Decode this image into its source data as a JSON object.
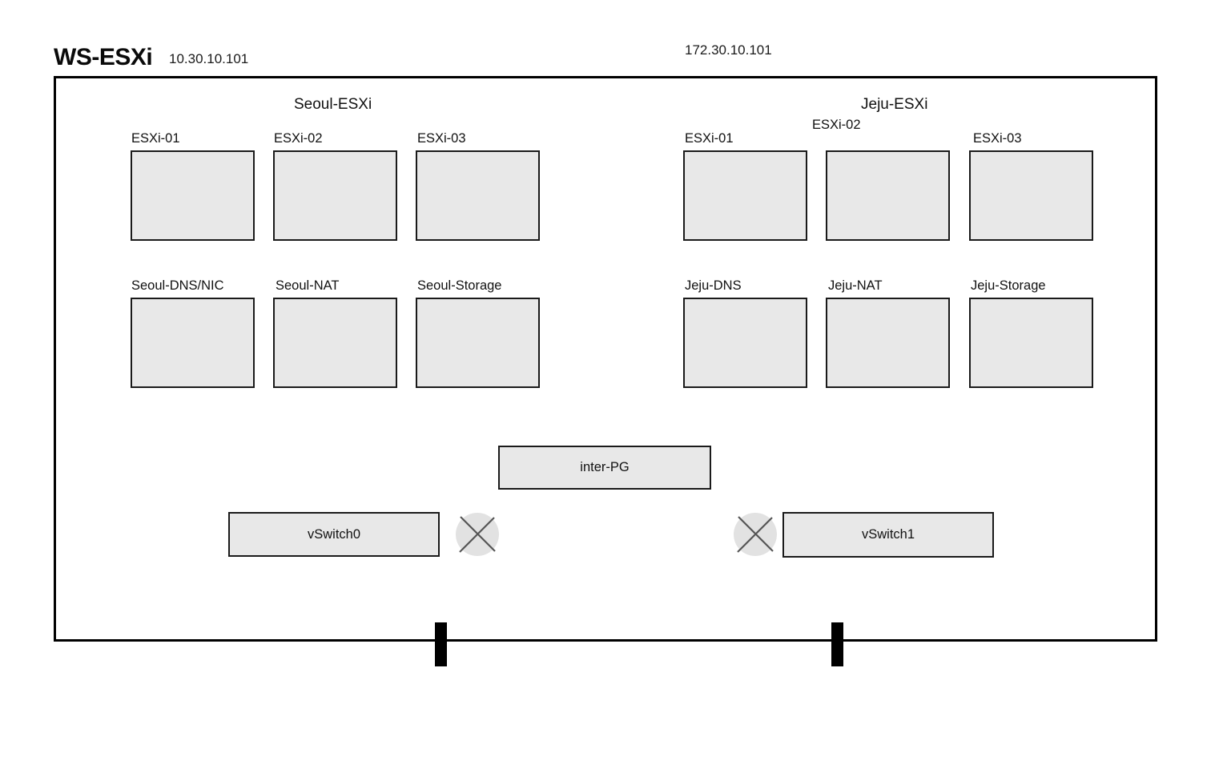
{
  "header": {
    "title": "WS-ESXi",
    "host_ip": "10.30.10.101",
    "remote_ip": "172.30.10.101"
  },
  "groups": {
    "seoul": {
      "heading": "Seoul-ESXi",
      "hosts": [
        "ESXi-01",
        "ESXi-02",
        "ESXi-03"
      ],
      "services": [
        "Seoul-DNS/NIC",
        "Seoul-NAT",
        "Seoul-Storage"
      ]
    },
    "jeju": {
      "heading": "Jeju-ESXi",
      "hosts": [
        "ESXi-01",
        "ESXi-02",
        "ESXi-03"
      ],
      "services": [
        "Jeju-DNS",
        "Jeju-NAT",
        "Jeju-Storage"
      ]
    }
  },
  "network": {
    "port_group": "inter-PG",
    "vswitch_left": "vSwitch0",
    "vswitch_right": "vSwitch1",
    "uplink_icon": "crossed-circle",
    "physical_nic_count": 2
  },
  "colors": {
    "node_fill": "#e8e8e8",
    "node_border": "#1a1a1a",
    "canvas_border": "#000000",
    "cross_stroke": "#555555",
    "cross_fill": "#e2e2e2",
    "nic_bar": "#000000"
  }
}
